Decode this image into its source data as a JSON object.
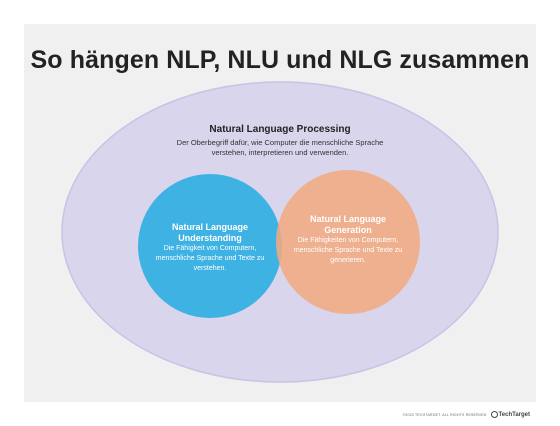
{
  "title": "So hängen NLP, NLU und NLG zusammen",
  "nlp": {
    "title": "Natural Language Processing",
    "desc": "Der Oberbegriff dafür, wie Computer die menschliche Sprache verstehen, interpretieren und verwenden.",
    "color": "#d8d5ec"
  },
  "nlu": {
    "title": "Natural Language Understanding",
    "desc": "Die Fähigkeit von Computern, menschliche Sprache und Texte zu verstehen.",
    "color": "#3fb2e4"
  },
  "nlg": {
    "title": "Natural Language Generation",
    "desc": "Die Fähigkeiten von Computern, menschliche Sprache und Texte zu generieren.",
    "color": "#f0ab82"
  },
  "footer": {
    "copyright": "©2023 TECHTARGET. ALL RIGHTS RESERVED",
    "brand": "TechTarget"
  }
}
